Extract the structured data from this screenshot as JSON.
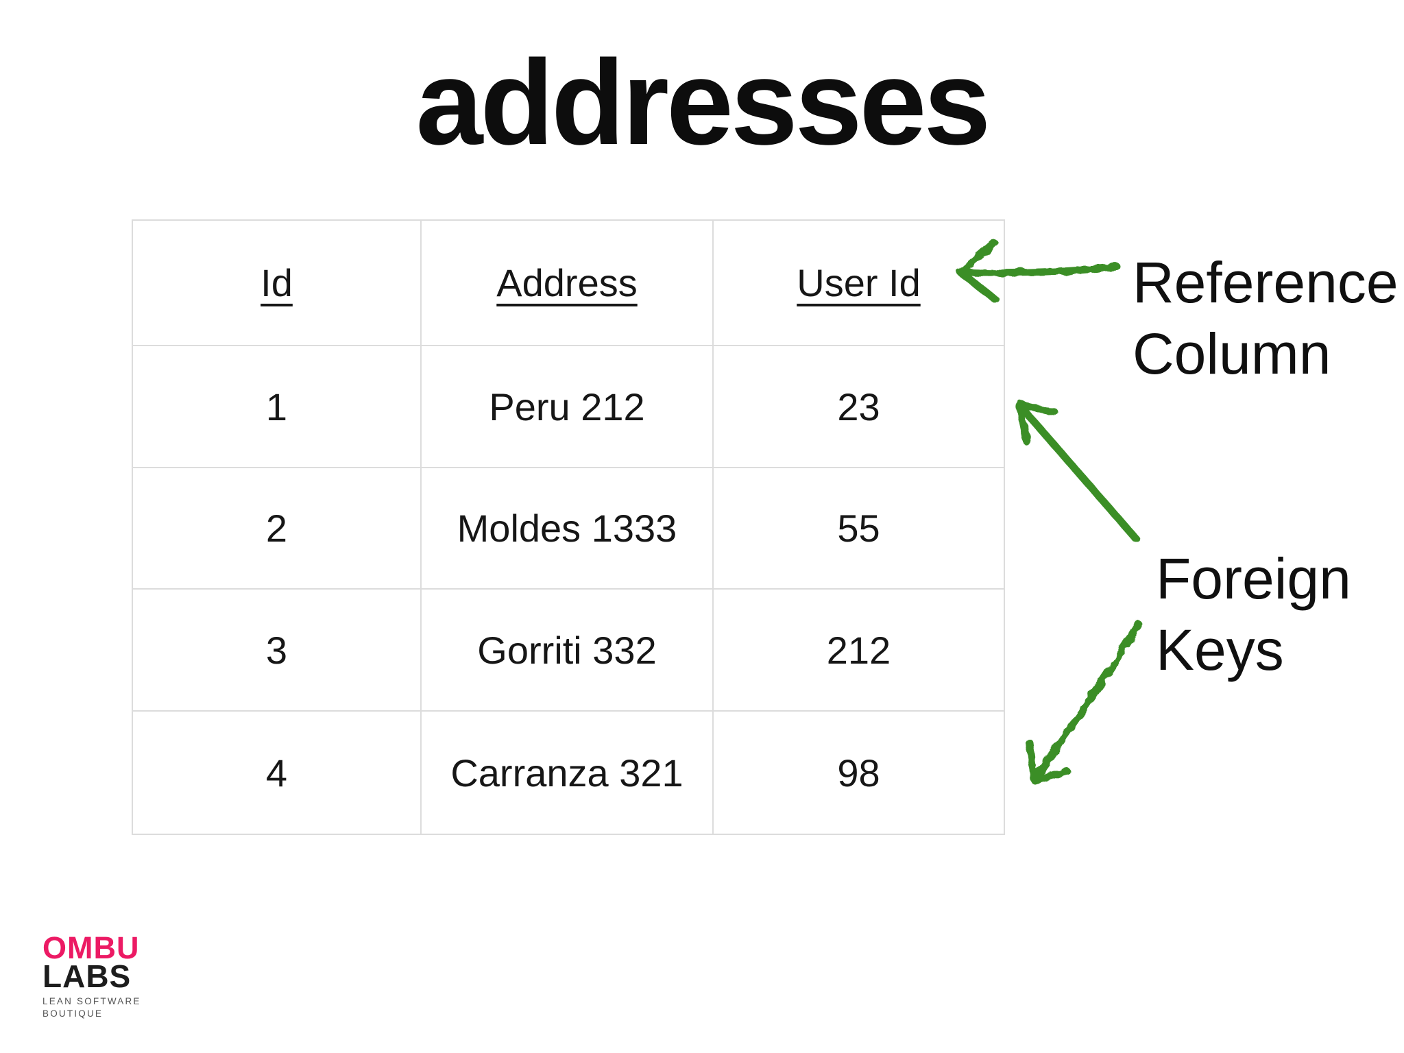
{
  "title": "addresses",
  "table": {
    "headers": [
      "Id",
      "Address",
      "User Id"
    ],
    "rows": [
      [
        "1",
        "Peru 212",
        "23"
      ],
      [
        "2",
        "Moldes 1333",
        "55"
      ],
      [
        "3",
        "Gorriti 332",
        "212"
      ],
      [
        "4",
        "Carranza 321",
        "98"
      ]
    ]
  },
  "annotations": {
    "reference": {
      "line1": "Reference",
      "line2": "Column"
    },
    "foreign": {
      "line1": "Foreign",
      "line2": "Keys"
    },
    "arrow_color": "#3a8e26"
  },
  "logo": {
    "name_top": "OMBU",
    "name_bottom": "LABS",
    "tagline_line1": "LEAN SOFTWARE",
    "tagline_line2": "BOUTIQUE",
    "brand_color": "#ec1a64"
  },
  "colors": {
    "background": "#ffffff",
    "table_border": "#dcdcdc",
    "text": "#141414"
  }
}
